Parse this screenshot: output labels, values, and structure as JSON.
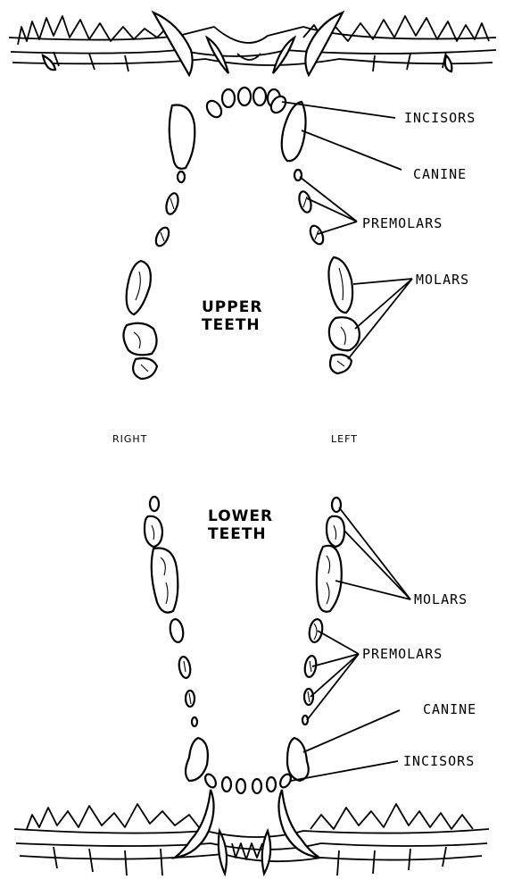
{
  "labels": {
    "upper_incisors": "INCISORS",
    "upper_canine": "CANINE",
    "upper_premolars": "PREMOLARS",
    "upper_molars": "MOLARS",
    "upper_teeth_line1": "UPPER",
    "upper_teeth_line2": "TEETH",
    "right": "RIGHT",
    "left": "LEFT",
    "lower_teeth_line1": "LOWER",
    "lower_teeth_line2": "TEETH",
    "lower_molars": "MOLARS",
    "lower_premolars": "PREMOLARS",
    "lower_canine": "CANINE",
    "lower_incisors": "INCISORS"
  }
}
